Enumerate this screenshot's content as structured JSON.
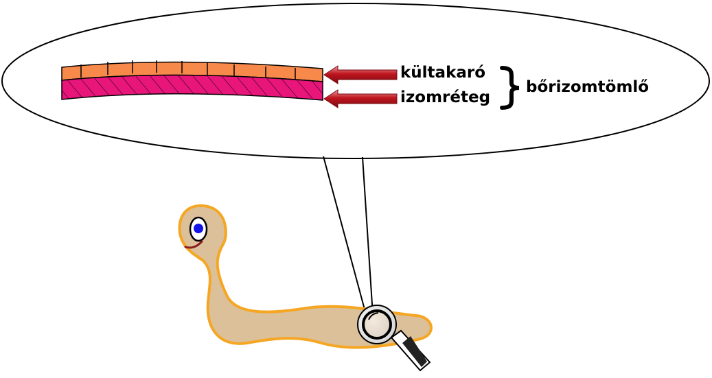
{
  "labels": {
    "outer_layer": "kültakaró",
    "muscle_layer": "izomréteg",
    "group": "bőrizomtömlő"
  },
  "colors": {
    "outer_layer_fill": "#f7894a",
    "muscle_layer_fill": "#e8157a",
    "arrow_fill": "#c0151f",
    "worm_body": "#dcc09a",
    "worm_outline": "#f5a623",
    "eye_pupil": "#1414e6",
    "mouth": "#8b1a1a"
  },
  "icons": {
    "magnifier": "magnifying-glass-icon"
  }
}
